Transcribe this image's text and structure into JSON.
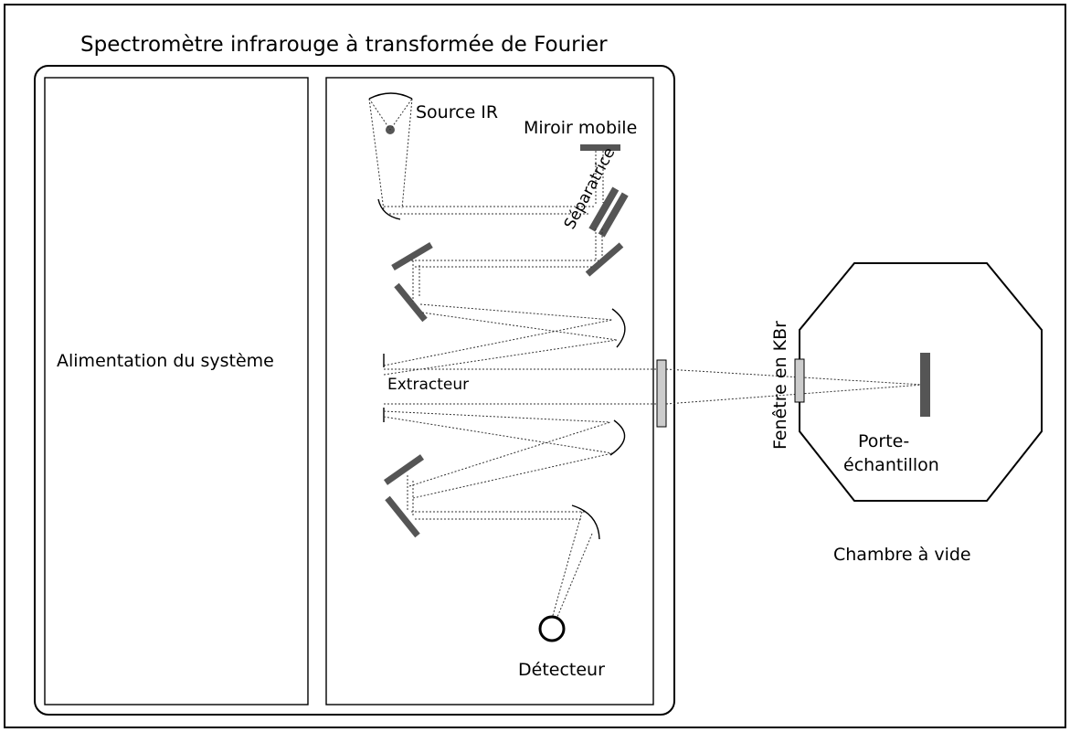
{
  "title": "Spectromètre infrarouge à transformée de Fourier",
  "labels": {
    "power_supply": "Alimentation du système",
    "ir_source": "Source IR",
    "moving_mirror": "Miroir mobile",
    "beam_splitter": "Séparatrice",
    "extractor": "Extracteur",
    "detector": "Détecteur",
    "kbr_window": "Fenêtre en KBr",
    "sample_holder_line1": "Porte-",
    "sample_holder_line2": "échantillon",
    "vacuum_chamber": "Chambre à vide"
  },
  "colors": {
    "mirror": "#555555",
    "window": "#cccccc",
    "outline": "#000000",
    "beam": "#333333"
  }
}
